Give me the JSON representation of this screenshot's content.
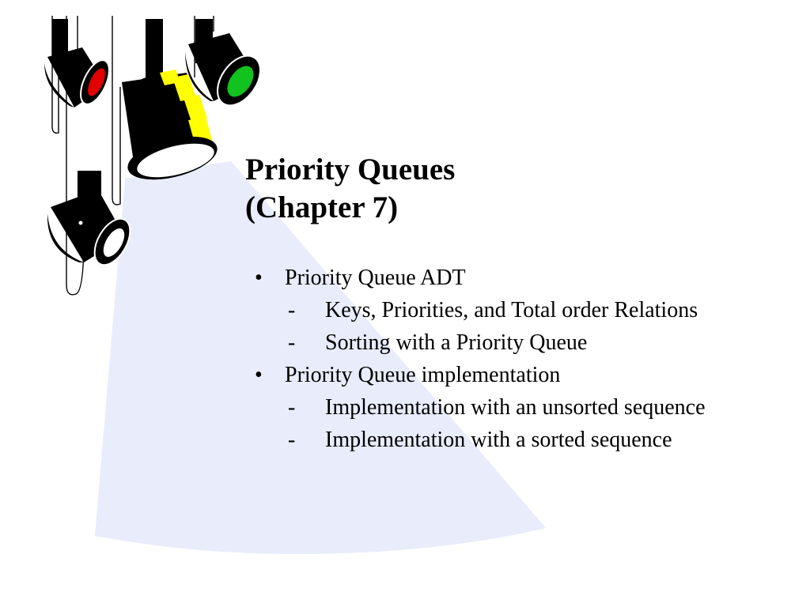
{
  "slide": {
    "title_lines": [
      "Priority Queues",
      "(Chapter 7)"
    ],
    "items": [
      {
        "level": 1,
        "marker": "•",
        "text": "Priority Queue ADT"
      },
      {
        "level": 2,
        "marker": "-",
        "text": "Keys, Priorities, and Total order Relations"
      },
      {
        "level": 2,
        "marker": "-",
        "text": "Sorting with a Priority Queue"
      },
      {
        "level": 1,
        "marker": "•",
        "text": "Priority Queue implementation"
      },
      {
        "level": 2,
        "marker": "-",
        "text": "Implementation with an unsorted sequence"
      },
      {
        "level": 2,
        "marker": "-",
        "text": "Implementation with a sorted sequence"
      }
    ],
    "clipart": {
      "subject": "hanging stage spotlights",
      "colors": {
        "beam": "#e8ecfb",
        "lamp_body": "#000000",
        "red_lens": "#e00000",
        "green_lens": "#12c21e",
        "yellow_stripes": "#ffff00",
        "white_lens": "#ffffff"
      }
    }
  }
}
